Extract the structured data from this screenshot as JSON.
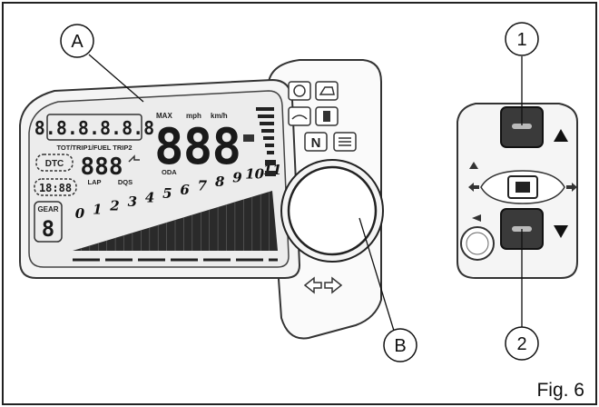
{
  "figure_label": "Fig. 6",
  "callouts": {
    "a": "A",
    "b": "B",
    "one": "1",
    "two": "2"
  },
  "display": {
    "total_digits": "8.8.8.8.8.8",
    "trip_modes": "TOT/TRIP1/FUEL TRIP2",
    "speed_digits": "888",
    "speed_unit": "mph",
    "speed_unit_metric": "km/h",
    "max_label": "MAX",
    "oda_label": "ODA",
    "dtc_label": "DTC",
    "dtc_digits": "888",
    "lap_label": "LAP",
    "dqs_label": "DQS",
    "clock_digits": "18:88",
    "gear_label": "GEAR",
    "gear_digit": "8",
    "neutral_label": "N",
    "tach_numbers": [
      "0",
      "1",
      "2",
      "3",
      "4",
      "5",
      "6",
      "7",
      "8",
      "9",
      "10",
      "11"
    ]
  }
}
